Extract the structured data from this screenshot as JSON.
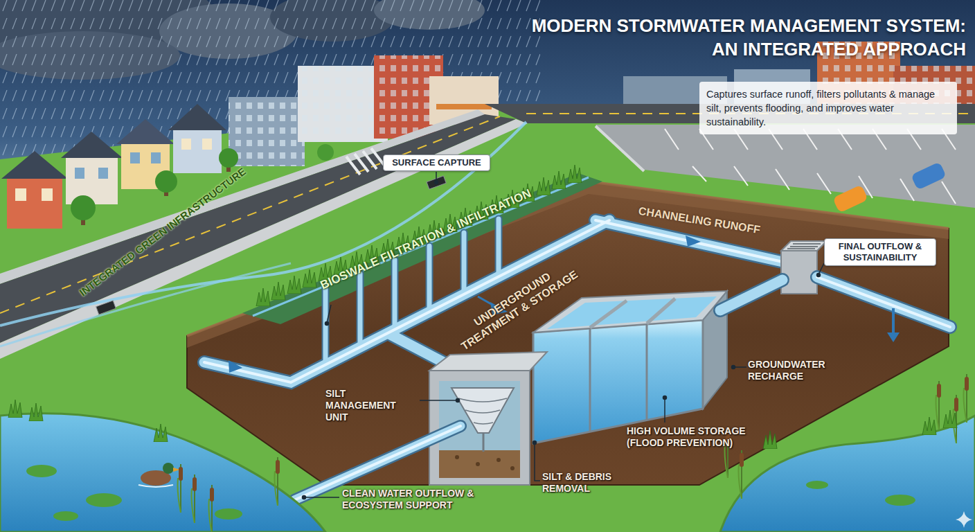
{
  "diagram": {
    "title": "MODERN STORMWATER MANAGEMENT SYSTEM: AN INTEGRATED APPROACH",
    "caption": "Captures surface runoff, filters pollutants & manage silt, prevents flooding, and improves water sustainability.",
    "nodes": [
      {
        "text": [
          "SURFACE CAPTURE"
        ]
      },
      {
        "text": [
          "FINAL OUTFLOW & SUSTAINABILITY"
        ]
      }
    ],
    "labels": [
      "INTEGRATED GREEN INFRASTRUCTURE",
      "BIOSWALE FILTRATION & INFILTRATION",
      "CHANNELING RUNOFF",
      "UNDERGROUND TREATMENT & STORAGE",
      "SILT MANAGEMENT UNIT",
      "HIGH VOLUME STORAGE (FLOOD PREVENTION)",
      "GROUNDWATER RECHARGE",
      "SILT & DEBRIS REMOVAL",
      "CLEAN WATER OUTFLOW & ECOSYSTEM SUPPORT"
    ]
  }
}
